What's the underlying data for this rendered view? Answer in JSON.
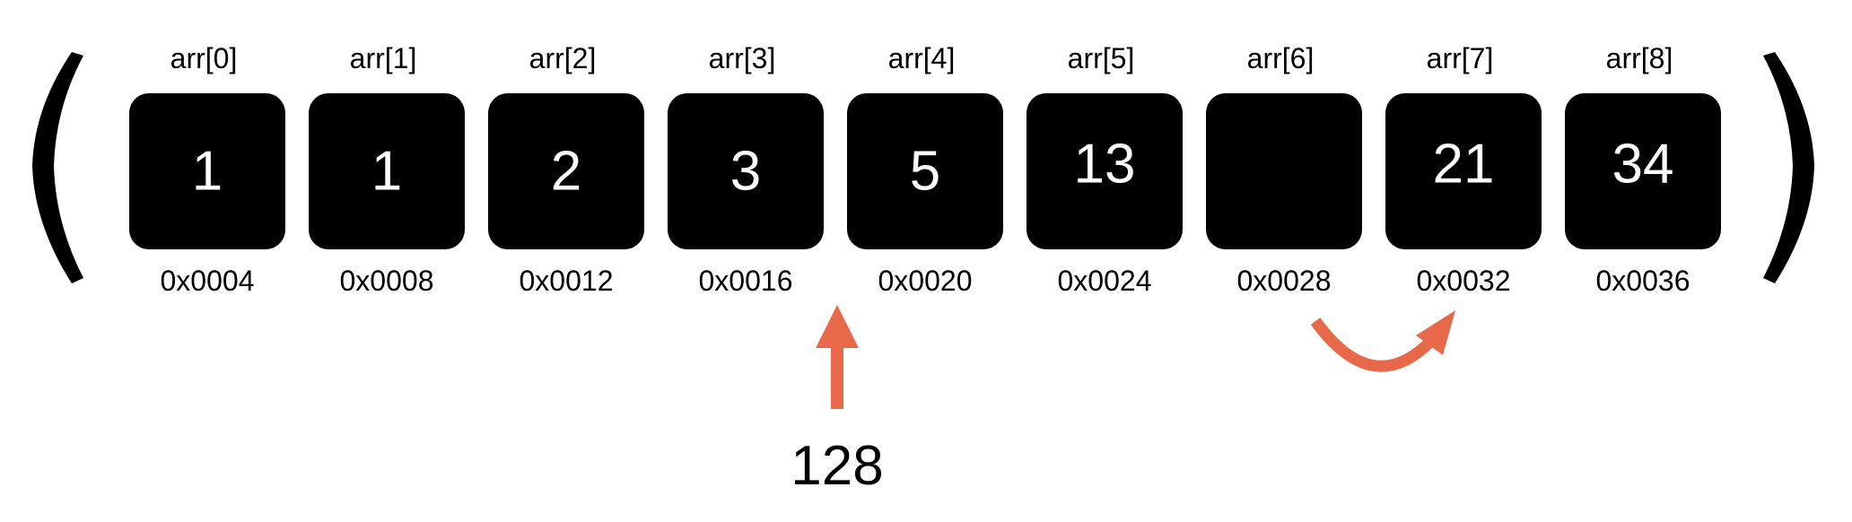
{
  "array": {
    "cells": [
      {
        "label": "arr[0]",
        "value": "1",
        "address": "0x0004"
      },
      {
        "label": "arr[1]",
        "value": "1",
        "address": "0x0008"
      },
      {
        "label": "arr[2]",
        "value": "2",
        "address": "0x0012"
      },
      {
        "label": "arr[3]",
        "value": "3",
        "address": "0x0016"
      },
      {
        "label": "arr[4]",
        "value": "5",
        "address": "0x0020"
      },
      {
        "label": "arr[5]",
        "value": "13",
        "address": "0x0024"
      },
      {
        "label": "arr[6]",
        "value": "",
        "address": "0x0028"
      },
      {
        "label": "arr[7]",
        "value": "21",
        "address": "0x0032"
      },
      {
        "label": "arr[8]",
        "value": "34",
        "address": "0x0036"
      }
    ]
  },
  "insert": {
    "value": "128"
  },
  "colors": {
    "cell_fill": "#000000",
    "cell_text": "#ffffff",
    "label_text": "#000000",
    "arrow": "#e8694a",
    "bracket": "#000000"
  },
  "icons": {
    "insert_arrow": "arrow-up-icon",
    "shift_arrow": "curved-arrow-right-icon"
  }
}
